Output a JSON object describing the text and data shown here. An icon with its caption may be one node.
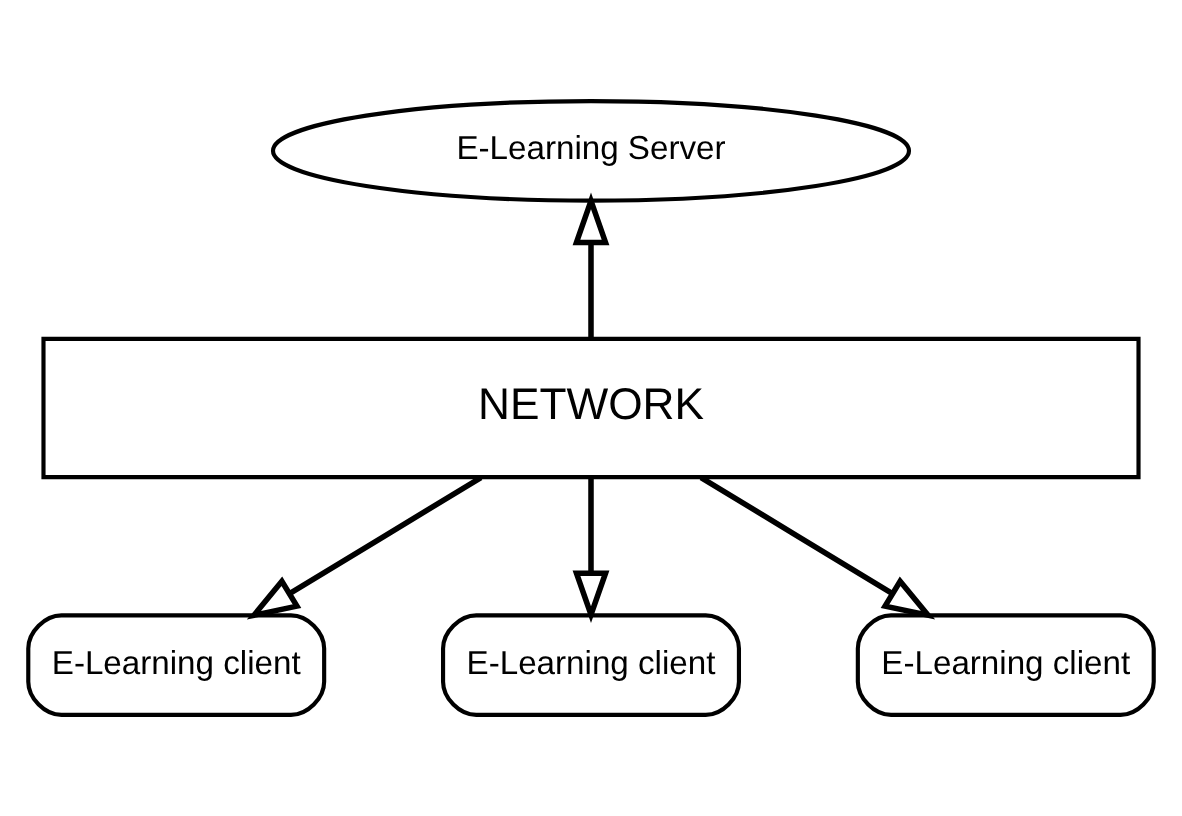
{
  "diagram": {
    "nodes": [
      {
        "text": [
          "E-Learning Server"
        ]
      },
      {
        "text": [
          "NETWORK"
        ]
      },
      {
        "text": [
          "E-Learning client"
        ]
      },
      {
        "text": [
          "E-Learning client"
        ]
      },
      {
        "text": [
          "E-Learning client"
        ]
      }
    ],
    "edges": [
      {
        "from": 1,
        "to": 0,
        "arrow": "to"
      },
      {
        "from": 1,
        "to": 2,
        "arrow": "to"
      },
      {
        "from": 1,
        "to": 3,
        "arrow": "to"
      },
      {
        "from": 1,
        "to": 4,
        "arrow": "to"
      }
    ]
  }
}
